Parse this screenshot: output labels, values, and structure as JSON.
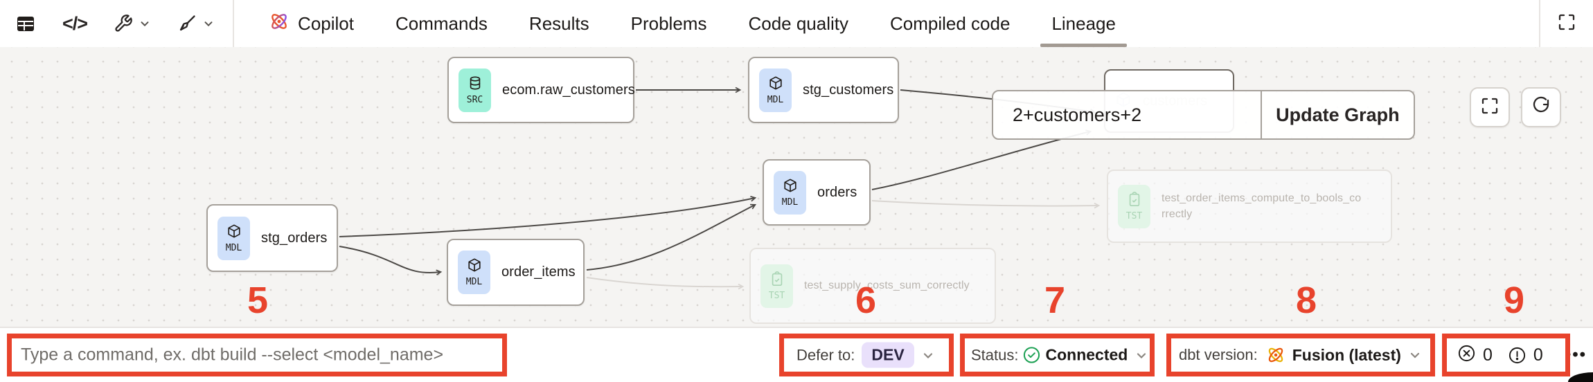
{
  "topbar": {
    "tools": [
      {
        "icon": "table-icon"
      },
      {
        "icon": "code-icon",
        "glyph": "</>"
      },
      {
        "icon": "wrench-icon"
      },
      {
        "icon": "broom-icon"
      }
    ],
    "tabs": [
      {
        "label": "Copilot",
        "icon": "copilot-logo"
      },
      {
        "label": "Commands"
      },
      {
        "label": "Results"
      },
      {
        "label": "Problems"
      },
      {
        "label": "Code quality"
      },
      {
        "label": "Compiled code"
      },
      {
        "label": "Lineage",
        "active": true
      }
    ],
    "fullscreen_icon": "expand-icon"
  },
  "graph": {
    "selector_value": "2+customers+2",
    "update_button": "Update Graph",
    "nodes": [
      {
        "badge": "SRC",
        "label": "ecom.raw_customers"
      },
      {
        "badge": "MDL",
        "label": "stg_customers"
      },
      {
        "badge": "MDL",
        "label": "customers",
        "faded": true
      },
      {
        "badge": "MDL",
        "label": "orders"
      },
      {
        "badge": "TST",
        "label": "test_order_items_compute_to_bools_correctly",
        "faded": true
      },
      {
        "badge": "MDL",
        "label": "stg_orders"
      },
      {
        "badge": "MDL",
        "label": "order_items"
      },
      {
        "badge": "TST",
        "label": "test_supply_costs_sum_correctly",
        "faded": true
      }
    ],
    "controls": [
      {
        "icon": "fit-view-icon"
      },
      {
        "icon": "refresh-icon"
      }
    ]
  },
  "statusbar": {
    "command_placeholder": "Type a command, ex. dbt build --select <model_name>",
    "defer_label": "Defer to:",
    "defer_value": "DEV",
    "status_label": "Status:",
    "status_icon": "check-circle-icon",
    "status_value": "Connected",
    "version_label": "dbt version:",
    "version_icon": "fusion-logo",
    "version_value": "Fusion (latest)",
    "error_icon": "error-circle-icon",
    "error_count": "0",
    "warning_icon": "warning-circle-icon",
    "warning_count": "0",
    "more_label": "•••"
  },
  "annotations": {
    "numbers": [
      "5",
      "6",
      "7",
      "8",
      "9"
    ],
    "color": "#e8432c"
  },
  "colors": {
    "annotation": "#e8432c",
    "defer_pill": "#e9e0fb",
    "status_green": "#1da154",
    "badge_src": "#9ef0d9",
    "badge_mdl": "#cfe0fa",
    "badge_tst": "#def5e3",
    "edge_dark": "#4b4845",
    "edge_faded": "#d9d5d1"
  }
}
